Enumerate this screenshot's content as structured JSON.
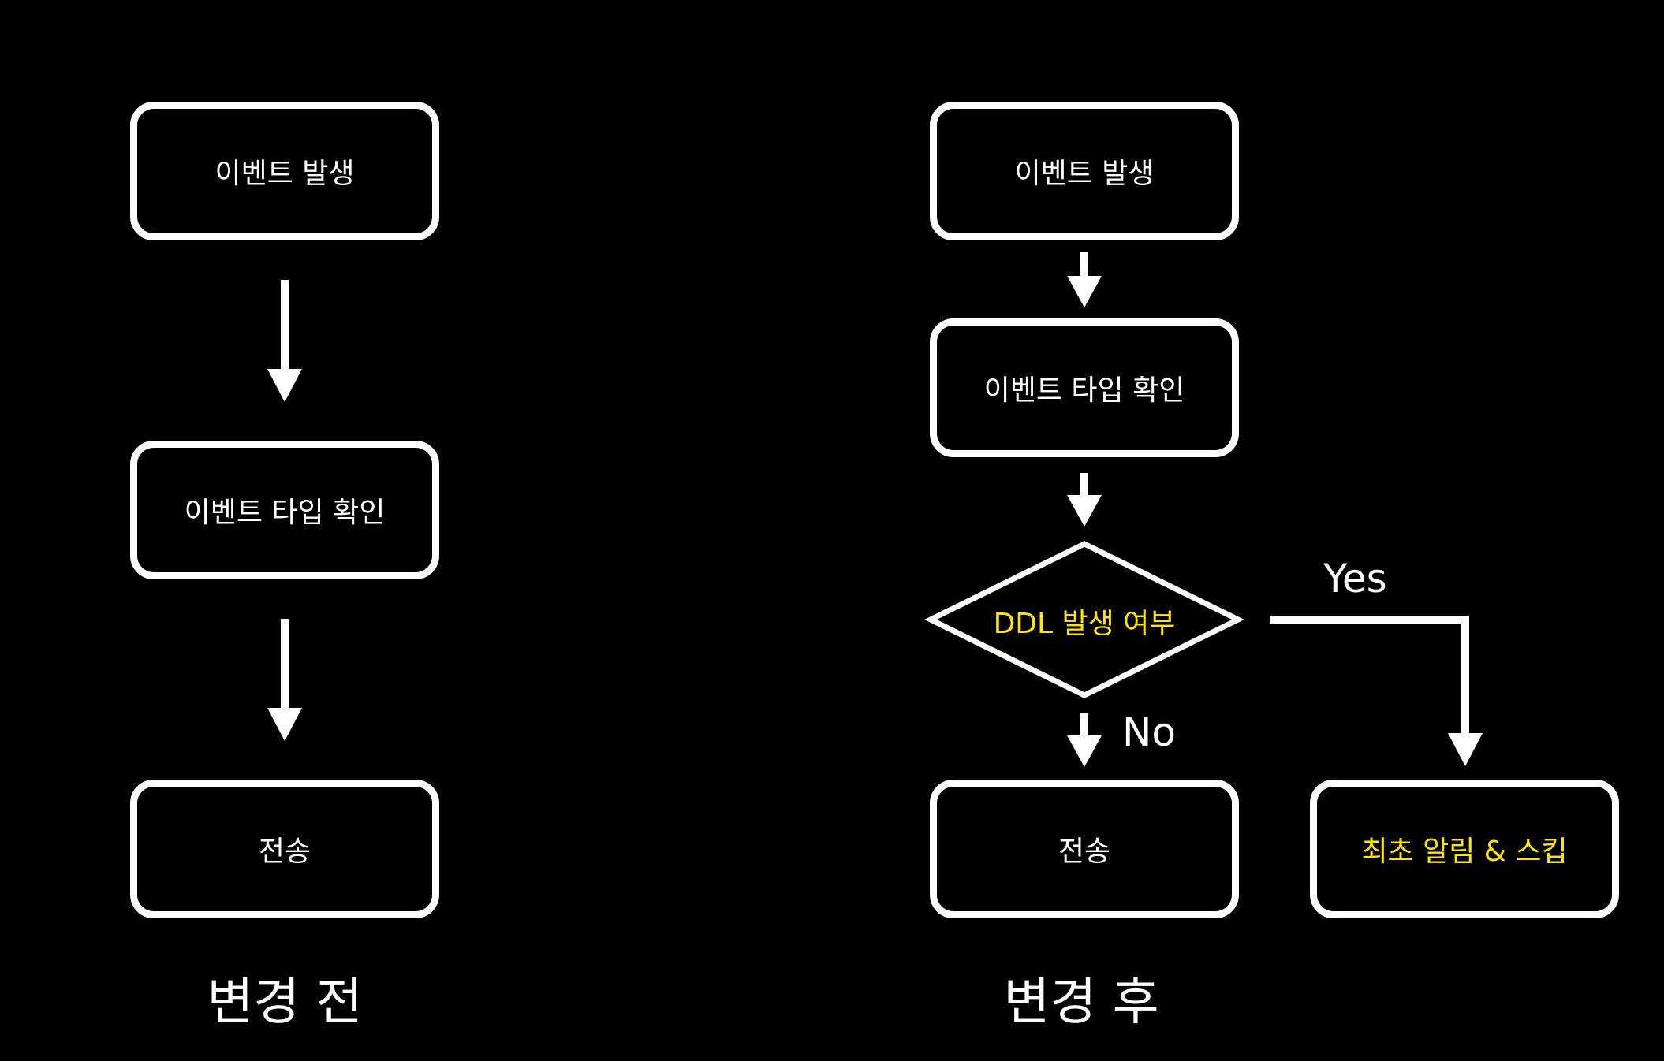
{
  "colors": {
    "background": "#000000",
    "stroke": "#ffffff",
    "text": "#ffffff",
    "highlight": "#ffe600"
  },
  "before": {
    "caption": "변경 전",
    "event_box": "이벤트 발생",
    "type_box": "이벤트 타입 확인",
    "send_box": "전송"
  },
  "after": {
    "caption": "변경 후",
    "event_box": "이벤트 발생",
    "type_box": "이벤트 타입 확인",
    "decision": "DDL 발생 여부",
    "yes_label": "Yes",
    "no_label": "No",
    "send_box": "전송",
    "skip_box": "최초 알림 & 스킵"
  }
}
